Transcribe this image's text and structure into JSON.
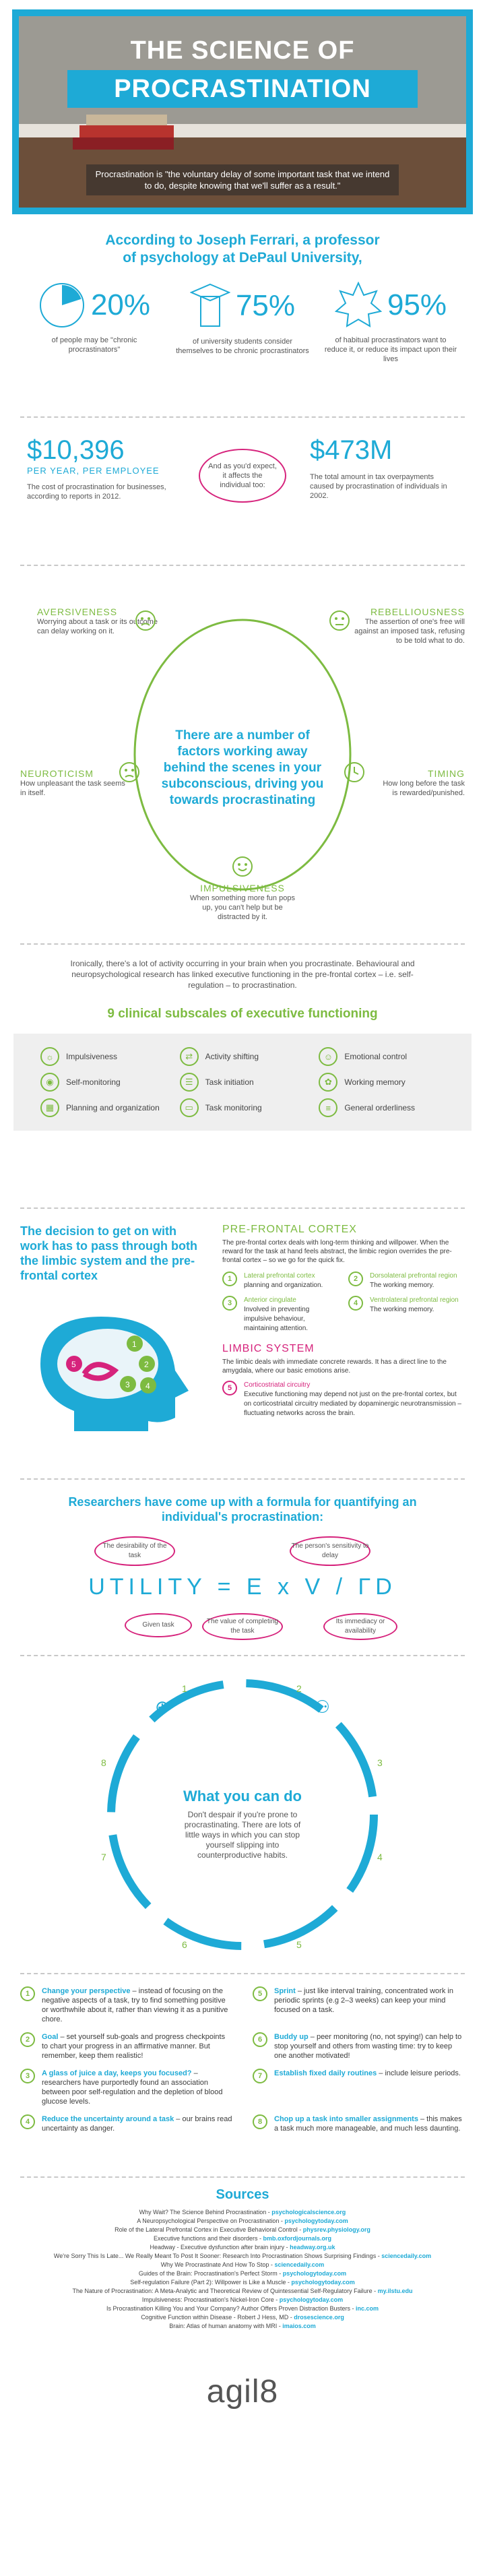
{
  "hero": {
    "title_line1": "THE SCIENCE OF",
    "title_line2": "PROCRASTINATION",
    "quote": "Procrastination is \"the voluntary delay of some important task that we intend to do, despite knowing that we'll suffer as a result.\""
  },
  "ferrari": {
    "heading_line1": "According to Joseph Ferrari, a professor",
    "heading_line2": "of psychology at DePaul University,",
    "stats": [
      {
        "value": "20%",
        "label": "of people may be \"chronic procrastinators\"",
        "fraction": 0.2
      },
      {
        "value": "75%",
        "label": "of university students consider themselves to be chronic procrastinators"
      },
      {
        "value": "95%",
        "label": "of habitual procrastinators want to reduce it, or reduce its impact upon their lives"
      }
    ]
  },
  "cost": {
    "left_value": "$10,396",
    "left_sub": "PER YEAR, PER EMPLOYEE",
    "left_text": "The cost of procrastination for businesses, according to reports in 2012.",
    "middle_text": "And as you'd expect, it affects the individual too:",
    "right_value": "$473M",
    "right_text": "The total amount in tax overpayments caused by procrastination of individuals in 2002."
  },
  "factors": {
    "center": "There are a number of factors working away behind the scenes in your subconscious, driving you towards procrastinating",
    "items": [
      {
        "title": "AVERSIVENESS",
        "text": "Worrying about a task or its outcome can delay working on it."
      },
      {
        "title": "REBELLIOUSNESS",
        "text": "The assertion of one's free will against an imposed task, refusing to be told what to do."
      },
      {
        "title": "NEUROTICISM",
        "text": "How unpleasant the task seems in itself."
      },
      {
        "title": "TIMING",
        "text": "How long before the task is rewarded/punished."
      },
      {
        "title": "IMPULSIVENESS",
        "text": "When something more fun pops up, you can't help but be distracted by it."
      }
    ]
  },
  "brain_intro": "Ironically, there's a lot of activity occurring in your brain when you procrastinate. Behavioural and neuropsychological research has linked executive functioning in the pre-frontal cortex – i.e. self-regulation – to procrastination.",
  "subscales": {
    "heading": "9 clinical subscales of executive functioning",
    "items": [
      "Impulsiveness",
      "Activity shifting",
      "Emotional control",
      "Self-monitoring",
      "Task initiation",
      "Working memory",
      "Planning and organization",
      "Task monitoring",
      "General orderliness"
    ]
  },
  "brain": {
    "decision": "The decision to get on with work has to pass through both the limbic system and the pre-frontal cortex",
    "pfc_title": "PRE-FRONTAL CORTEX",
    "pfc_text": "The pre-frontal cortex deals with long-term thinking and willpower. When the reward for the task at hand feels abstract, the limbic region overrides the pre-frontal cortex – so we go for the quick fix.",
    "regions": [
      {
        "num": "1",
        "title": "Lateral prefrontal cortex",
        "text": "planning and organization."
      },
      {
        "num": "2",
        "title": "Dorsolateral prefrontal region",
        "text": "The working memory."
      },
      {
        "num": "3",
        "title": "Anterior cingulate",
        "text": "Involved in preventing impulsive behaviour, maintaining attention."
      },
      {
        "num": "4",
        "title": "Ventrolateral prefrontal region",
        "text": "The working memory."
      }
    ],
    "limbic_title": "LIMBIC SYSTEM",
    "limbic_text": "The limbic deals with immediate concrete rewards. It has a direct line to the amygdala, where our basic emotions arise.",
    "region5": {
      "num": "5",
      "title": "Corticostriatal circuitry",
      "text": "Executive functioning may depend not just on the pre-frontal cortex, but on corticostriatal circuitry mediated by dopaminergic neurotransmission – fluctuating networks across the brain."
    }
  },
  "formula": {
    "heading": "Researchers have come up with a formula for quantifying an individual's procrastination:",
    "equation": "UTILITY = E x V / ΓD",
    "labels": [
      "The desirability of the task",
      "The person's sensitivity to delay",
      "Given task",
      "The value of completing the task",
      "Its immediacy or availability"
    ]
  },
  "whatyoucando": {
    "title": "What you can do",
    "text": "Don't despair if you're prone to procrastinating. There are lots of little ways in which you can stop yourself slipping into counterproductive habits.",
    "nums": [
      "1",
      "2",
      "3",
      "4",
      "5",
      "6",
      "7",
      "8"
    ]
  },
  "tips": [
    {
      "n": "1",
      "title": "Change your perspective",
      "text": " – instead of focusing on the negative aspects of a task, try to find something positive or worthwhile about it, rather than viewing it as a punitive chore."
    },
    {
      "n": "5",
      "title": "Sprint",
      "text": " – just like interval training, concentrated work in periodic sprints (e.g 2–3 weeks) can keep your mind focused on a task."
    },
    {
      "n": "2",
      "title": "Goal",
      "text": " – set yourself sub-goals and progress checkpoints to chart your progress in an affirmative manner. But remember, keep them realistic!"
    },
    {
      "n": "6",
      "title": "Buddy up",
      "text": " – peer monitoring (no, not spying!) can help to stop yourself and others from wasting time: try to keep one another motivated!"
    },
    {
      "n": "3",
      "title": "A glass of juice a day, keeps you focused?",
      "text": " – researchers have purportedly found an association between poor self-regulation and the depletion of blood glucose levels."
    },
    {
      "n": "7",
      "title": "Establish fixed daily routines",
      "text": " – include leisure periods."
    },
    {
      "n": "4",
      "title": "Reduce the uncertainty around a task",
      "text": " – our brains read uncertainty as danger."
    },
    {
      "n": "8",
      "title": "Chop up a task into smaller assignments",
      "text": " – this makes a task much more manageable, and much less daunting."
    }
  ],
  "sources": {
    "heading": "Sources",
    "items": [
      {
        "t": "Why Wait? The Science Behind Procrastination - ",
        "s": "psychologicalscience.org"
      },
      {
        "t": "A Neuropsychological Perspective on Procrastination - ",
        "s": "psychologytoday.com"
      },
      {
        "t": "Role of the Lateral Prefrontal Cortex in Executive Behavioral Control - ",
        "s": "physrev.physiology.org"
      },
      {
        "t": "Executive functions and their disorders - ",
        "s": "bmb.oxfordjournals.org"
      },
      {
        "t": "Headway - Executive dysfunction after brain injury - ",
        "s": "headway.org.uk"
      },
      {
        "t": "We're Sorry This Is Late... We Really Meant To Post It Sooner: Research Into Procrastination Shows Surprising Findings - ",
        "s": "sciencedaily.com"
      },
      {
        "t": "Why We Procrastinate And How To Stop - ",
        "s": "sciencedaily.com"
      },
      {
        "t": "Guides of the Brain: Procrastination's Perfect Storm - ",
        "s": "psychologytoday.com"
      },
      {
        "t": "Self-regulation Failure (Part 2): Willpower is Like a Muscle - ",
        "s": "psychologytoday.com"
      },
      {
        "t": "The Nature of Procrastination: A Meta-Analytic and Theoretical Review of Quintessential Self-Regulatory Failure - ",
        "s": "my.ilstu.edu"
      },
      {
        "t": "Impulsiveness: Procrastination's Nickel-Iron Core - ",
        "s": "psychologytoday.com"
      },
      {
        "t": "Is Procrastination Killing You and Your Company? Author Offers Proven Distraction Busters - ",
        "s": "inc.com"
      },
      {
        "t": "Cognitive Function within Disease - Robert J Hess, MD - ",
        "s": "drosescience.org"
      },
      {
        "t": "Brain: Atlas of human anatomy with MRI - ",
        "s": "imaios.com"
      }
    ]
  },
  "logo": "agil8",
  "colors": {
    "blue": "#1eaad6",
    "green": "#7dbb41",
    "pink": "#d6237c"
  }
}
